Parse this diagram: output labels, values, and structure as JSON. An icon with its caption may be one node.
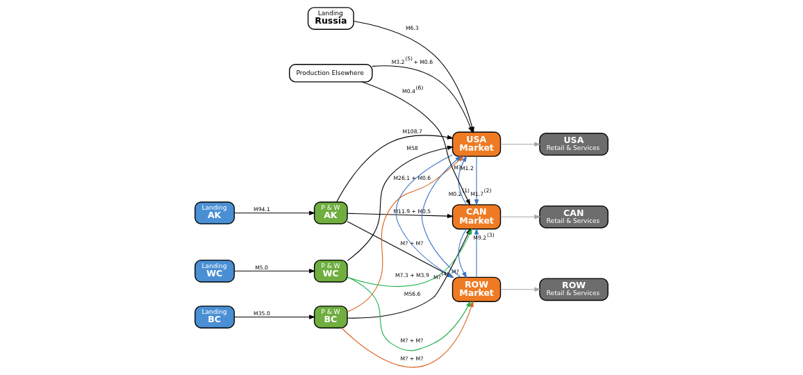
{
  "diagram": {
    "nodes": [
      {
        "text": [
          "Landing",
          "AK"
        ]
      },
      {
        "text": [
          "Landing",
          "BC"
        ]
      },
      {
        "text": [
          "Landing",
          "WC"
        ]
      },
      {
        "text": [
          "P & W",
          "AK"
        ]
      },
      {
        "text": [
          "P & W",
          "BC"
        ]
      },
      {
        "text": [
          "P & W",
          "WC"
        ]
      },
      {
        "text": [
          "USA",
          "Market"
        ]
      },
      {
        "text": [
          "CAN",
          "Market"
        ]
      },
      {
        "text": [
          "ROW",
          "Market"
        ]
      },
      {
        "text": [
          "Landing",
          "Russia"
        ]
      },
      {
        "text": [
          "Production Elsewhere"
        ]
      },
      {
        "text": [
          "USA",
          "Retail & Services"
        ]
      },
      {
        "text": [
          "CAN",
          "Retail & Services"
        ]
      },
      {
        "text": [
          "ROW",
          "Retail & Services"
        ]
      }
    ],
    "edges": [
      {
        "from": 0,
        "to": 3,
        "arrow": "to",
        "label": "M94.1"
      },
      {
        "from": 1,
        "to": 4,
        "arrow": "to",
        "label": "M35.0"
      },
      {
        "from": 2,
        "to": 5,
        "arrow": "to",
        "label": "M5.0"
      },
      {
        "from": 3,
        "to": 6,
        "arrow": "to",
        "label": "M108.7"
      },
      {
        "from": 3,
        "to": 7,
        "arrow": "to",
        "label": "M11.9 + M0.5"
      },
      {
        "from": 3,
        "to": 8,
        "arrow": "to",
        "label": "M? + M?"
      },
      {
        "from": 4,
        "to": 7,
        "arrow": "to",
        "label": "M56.6"
      },
      {
        "from": 4,
        "to": 6,
        "arrow": "to",
        "label": "M26.1 + M0.6",
        "color": "#d9601a"
      },
      {
        "from": 4,
        "to": 8,
        "arrow": "to",
        "label": "M? + M?",
        "color": "#d9601a"
      },
      {
        "from": 5,
        "to": 6,
        "arrow": "to",
        "label": "M58"
      },
      {
        "from": 5,
        "to": 7,
        "arrow": "to",
        "label": "M7.3 + M3.9",
        "color": "#22b14c"
      },
      {
        "from": 5,
        "to": 8,
        "arrow": "to",
        "label": "M? + M?",
        "color": "#22b14c"
      },
      {
        "from": 9,
        "to": 6,
        "arrow": "to",
        "label": "M6.3"
      },
      {
        "from": 10,
        "to": 6,
        "arrow": "to",
        "label": "M3.2$^{(5)}$ + M0.6"
      },
      {
        "from": 10,
        "to": 7,
        "arrow": "to",
        "label": "M0.4$^{(6)}$"
      },
      {
        "from": 6,
        "to": 7,
        "arrow": "to",
        "label": "M0.2$^{(1)}$ M1.7$^{(2)}$",
        "color": "#3a75c4"
      },
      {
        "from": 7,
        "to": 6,
        "arrow": "to",
        "label": "M1.2",
        "color": "#3a75c4"
      },
      {
        "from": 8,
        "to": 7,
        "arrow": "to",
        "label": "M9.2$^{(3)}$",
        "color": "#3a75c4"
      },
      {
        "from": 7,
        "to": 8,
        "arrow": "to",
        "label": "M?",
        "color": "#3a75c4"
      },
      {
        "from": 8,
        "to": 6,
        "arrow": "to",
        "label": "M?",
        "color": "#3a75c4"
      },
      {
        "from": 6,
        "to": 8,
        "arrow": "to",
        "label": "M?$^{(4)}$",
        "color": "#3a75c4"
      },
      {
        "from": 6,
        "to": 11,
        "arrow": "to",
        "color": "#a6a6a6"
      },
      {
        "from": 7,
        "to": 12,
        "arrow": "to",
        "color": "#a6a6a6"
      },
      {
        "from": 8,
        "to": 13,
        "arrow": "to",
        "color": "#a6a6a6"
      }
    ]
  }
}
